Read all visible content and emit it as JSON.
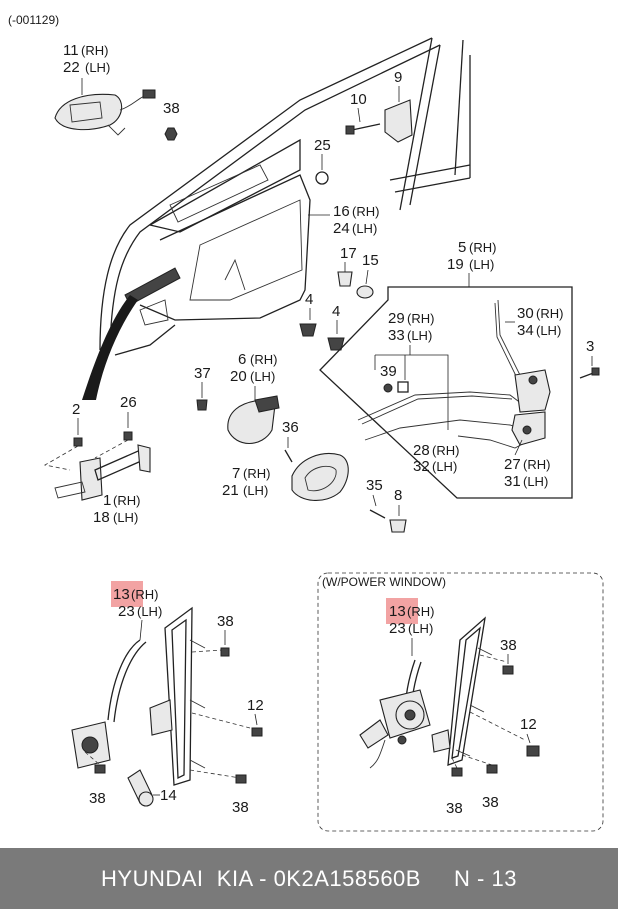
{
  "header_code": "(-001129)",
  "inset_title": "(W/POWER WINDOW)",
  "labels": {
    "p11_22": [
      "11",
      "(RH)",
      "22",
      "(LH)"
    ],
    "p38_a": "38",
    "p9": "9",
    "p10": "10",
    "p25": "25",
    "p16_24": [
      "16",
      "(RH)",
      "24",
      "(LH)"
    ],
    "p17": "17",
    "p15": "15",
    "p5_19": [
      "5",
      "(RH)",
      "19",
      "(LH)"
    ],
    "p4_a": "4",
    "p4_b": "4",
    "p29_33": [
      "29",
      "(RH)",
      "33",
      "(LH)"
    ],
    "p30_34": [
      "30",
      "(RH)",
      "34",
      "(LH)"
    ],
    "p3": "3",
    "p39": "39",
    "p28_32": [
      "28",
      "(RH)",
      "32",
      "(LH)"
    ],
    "p27_31": [
      "27",
      "(RH)",
      "31",
      "(LH)"
    ],
    "p37": "37",
    "p6_20": [
      "6",
      "(RH)",
      "20",
      "(LH)"
    ],
    "p36": "36",
    "p7_21": [
      "7",
      "(RH)",
      "21",
      "(LH)"
    ],
    "p35": "35",
    "p8": "8",
    "p2": "2",
    "p26": "26",
    "p1_18": [
      "1",
      "(RH)",
      "18",
      "(LH)"
    ],
    "p13_23_a": [
      "13",
      "(RH)",
      "23",
      "(LH)"
    ],
    "p38_b": "38",
    "p12_a": "12",
    "p38_c": "38",
    "p14": "14",
    "p38_d": "38",
    "p13_23_b": [
      "13",
      "(RH)",
      "23",
      "(LH)"
    ],
    "p38_e": "38",
    "p12_b": "12",
    "p38_f": "38",
    "p38_g": "38"
  },
  "footer": "HYUNDAI  KIA - 0K2A158560B     N - 13",
  "colors": {
    "highlight": "#f2a3a3",
    "footer_bg": "#7a7a7a",
    "footer_text": "#ffffff"
  }
}
